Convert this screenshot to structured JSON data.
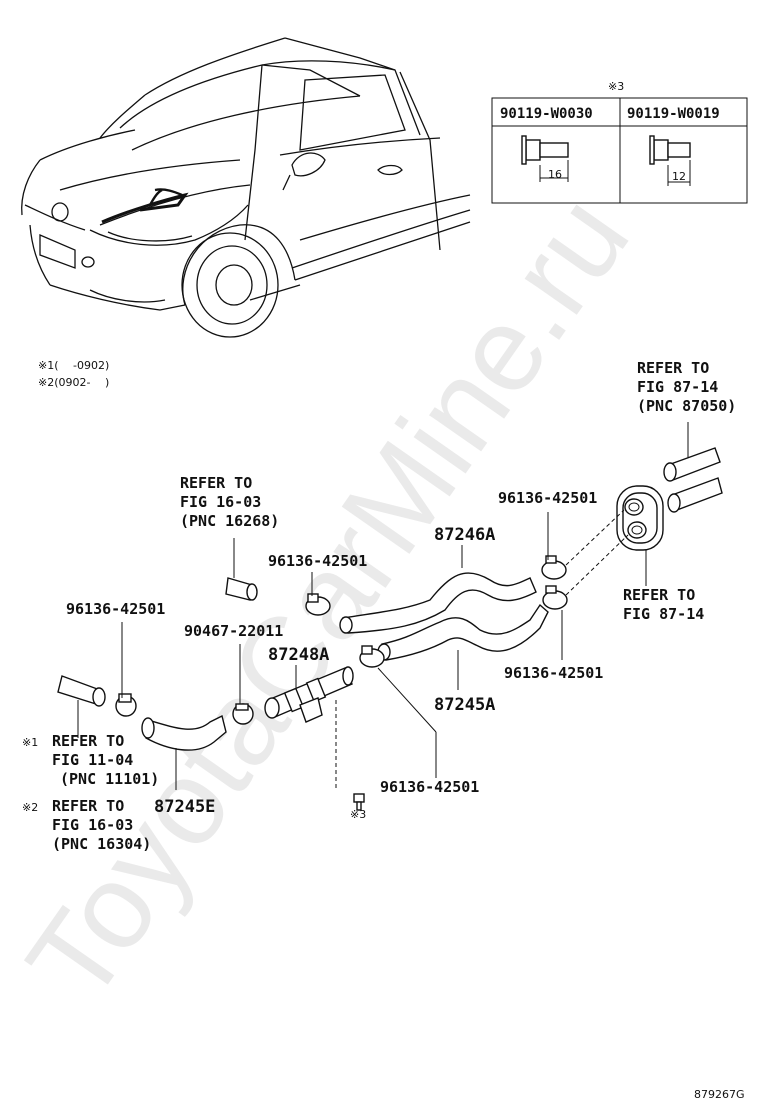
{
  "watermark": "ToyotaCarMine.ru",
  "diagram_code": "879267G",
  "legend": {
    "note1": "※1(　 -0902)",
    "note2": "※2(0902-　 )"
  },
  "bolt_table": {
    "header_mark": "※3",
    "columns": [
      {
        "part": "90119-W0030",
        "length": "16"
      },
      {
        "part": "90119-W0019",
        "length": "12"
      }
    ]
  },
  "labels": {
    "ref_87_14_top": [
      "REFER TO",
      "FIG 87-14",
      "(PNC 87050)"
    ],
    "ref_16_03_top": [
      "REFER TO",
      "FIG 16-03",
      "(PNC 16268)"
    ],
    "clamp_upper_right": "96136-42501",
    "hose_87246a": "87246A",
    "ref_87_14_right": [
      "REFER TO",
      "FIG 87-14"
    ],
    "clamp_upper_mid": "96136-42501",
    "clamp_left": "96136-42501",
    "clamp_90467": "90467-22011",
    "pipe_87248a": "87248A",
    "clamp_lower_right": "96136-42501",
    "hose_87245a": "87245A",
    "clamp_lower_mid": "96136-42501",
    "mark3_bolt": "※3",
    "ref_11_04": {
      "mark": "※1",
      "lines": [
        "REFER TO",
        "FIG 11-04",
        "(PNC 11101)"
      ]
    },
    "ref_16_03_bottom": {
      "mark": "※2",
      "line1": "REFER TO",
      "line2": "FIG 16-03",
      "line3": "(PNC 16304)"
    },
    "hose_87245e": "87245E"
  }
}
